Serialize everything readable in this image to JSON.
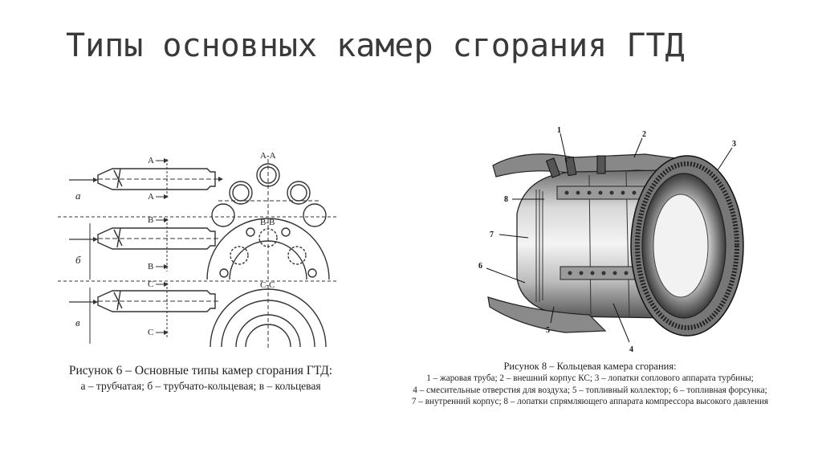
{
  "slide": {
    "title": "Типы основных камер сгорания ГТД"
  },
  "figure6": {
    "caption_title": "Рисунок 6 – Основные типы камер сгорания ГТД:",
    "caption_line": "а – трубчатая; б – трубчато-кольцевая; в – кольцевая",
    "row_labels": [
      "а",
      "б",
      "в"
    ],
    "sections": [
      "А-А",
      "В-В",
      "С-С"
    ],
    "cut_a": "А",
    "cut_b": "В",
    "cut_c": "С"
  },
  "figure8": {
    "caption_title": "Рисунок 8 – Кольцевая камера сгорания:",
    "caption_lines": [
      "1 – жаровая труба; 2 – внешний корпус КС; 3 – лопатки соплового аппарата турбины;",
      "4 – смесительные отверстия для воздуха; 5 – топливный коллектор; 6 – топливная форсунка;",
      "7 – внутренний корпус; 8 – лопатки спрямляющего аппарата компрессора высокого давления"
    ],
    "callouts": [
      "1",
      "2",
      "3",
      "4",
      "5",
      "6",
      "7",
      "8"
    ]
  }
}
